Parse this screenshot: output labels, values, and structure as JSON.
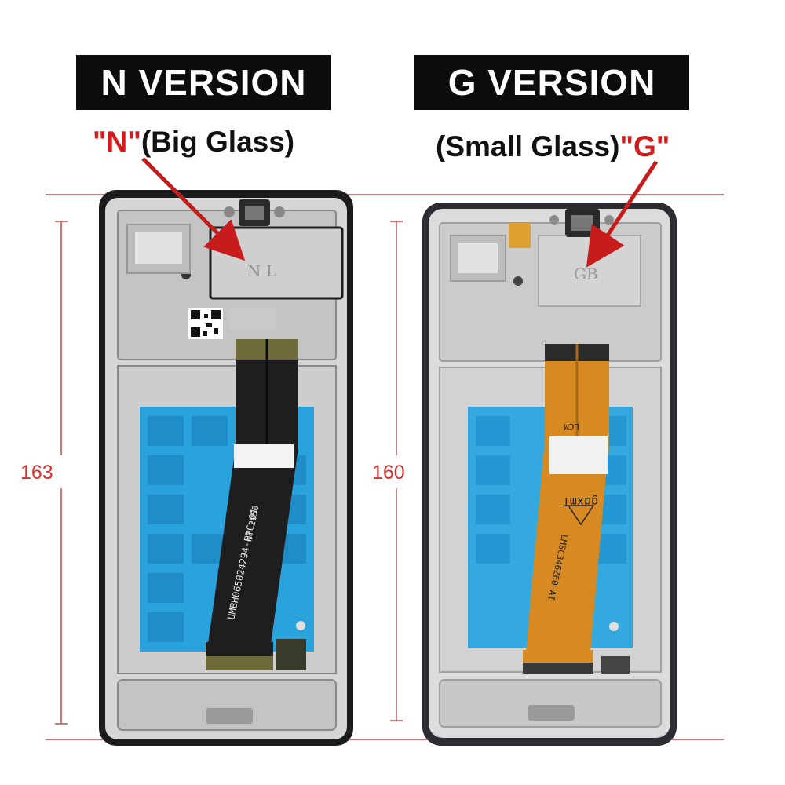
{
  "n_version": {
    "banner": "N VERSION",
    "caption_code": "\"N\"",
    "caption_text": "(Big Glass)",
    "height_mm": "163",
    "stamp": "N L",
    "flex_text": "UMBH065024294-FPC-01",
    "flex_code": "NT 2050"
  },
  "g_version": {
    "banner": "G VERSION",
    "caption_text": "(Small Glass)",
    "caption_code": "\"G\"",
    "height_mm": "160",
    "stamp": "GB",
    "flex_text": "LMSC346Z60-AI",
    "flex_code": "gdxmT",
    "flex_lcm": "LCM"
  },
  "colors": {
    "accent_red": "#d41a1a",
    "dimension_line": "#c84a4a",
    "frame_black": "#1c1c1e",
    "mid_frame_gray": "#cfcfcf",
    "blue_sticker": "#2aa3dc",
    "flex_black": "#1e1e1e",
    "flex_orange": "#d88a22"
  }
}
